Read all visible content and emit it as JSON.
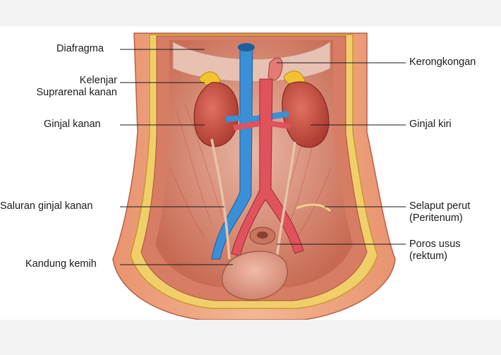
{
  "labels": {
    "diafragma": "Diafragma",
    "kelenjar_line1": "Kelenjar",
    "kelenjar_line2": "Suprarenal kanan",
    "ginjal_kanan": "Ginjal kanan",
    "saluran_ginjal_kanan": "Saluran ginjal kanan",
    "kandung_kemih": "Kandung kemih",
    "kerongkongan": "Kerongkongan",
    "ginjal_kiri": "Ginjal kiri",
    "selaput_line1": "Selaput perut",
    "selaput_line2": "(Peritenum)",
    "poros_line1": "Poros usus",
    "poros_line2": "(rektum)"
  },
  "colors": {
    "vein": "#3a8fd6",
    "artery": "#e0525c",
    "kidney": "#c5483a",
    "muscle": "#d8826a",
    "skin": "#f0b08c",
    "adrenal": "#f2c230",
    "bladder": "#e39a86"
  }
}
